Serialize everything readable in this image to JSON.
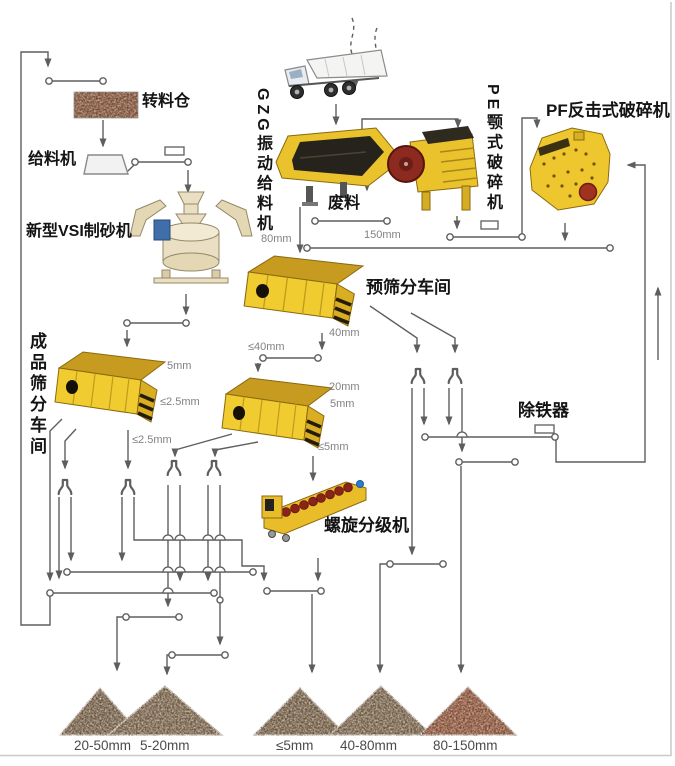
{
  "diagram": {
    "labels": {
      "transfer_bin": "转料仓",
      "feeder": "给料机",
      "vsi_sand_maker": "新型VSI制砂机",
      "gzg_vibrating_feeder": "GZG振动给料机",
      "waste": "废料",
      "pe_jaw_crusher": "PE颚式破碎机",
      "pf_impact_crusher": "PF反击式破碎机",
      "pre_screening_workshop": "预筛分车间",
      "product_screening_workshop": "成品筛分车间",
      "iron_remover": "除铁器",
      "spiral_classifier": "螺旋分级机"
    },
    "size_labels": {
      "s80": "80mm",
      "s150": "150mm",
      "s40": "40mm",
      "le40": "≤40mm",
      "s20": "20mm",
      "s5_mid": "5mm",
      "s5_left": "5mm",
      "le25_a": "≤2.5mm",
      "le25_b": "≤2.5mm",
      "le5": "≤5mm"
    },
    "product_piles": {
      "p1": "20-50mm",
      "p2": "5-20mm",
      "p3": "≤5mm",
      "p4": "40-80mm",
      "p5": "80-150mm"
    },
    "colors": {
      "machine_yellow": "#edc52e",
      "machine_yellow_dark": "#c79a20",
      "flywheel_red": "#8c2a20",
      "classifier_spiral_red": "#8c2318",
      "line_gray": "#5e5e5e",
      "gravel_red": "#9c4a2e",
      "gravel_brown": "#6d5c44",
      "vsi_cream": "#eadfc2"
    }
  }
}
